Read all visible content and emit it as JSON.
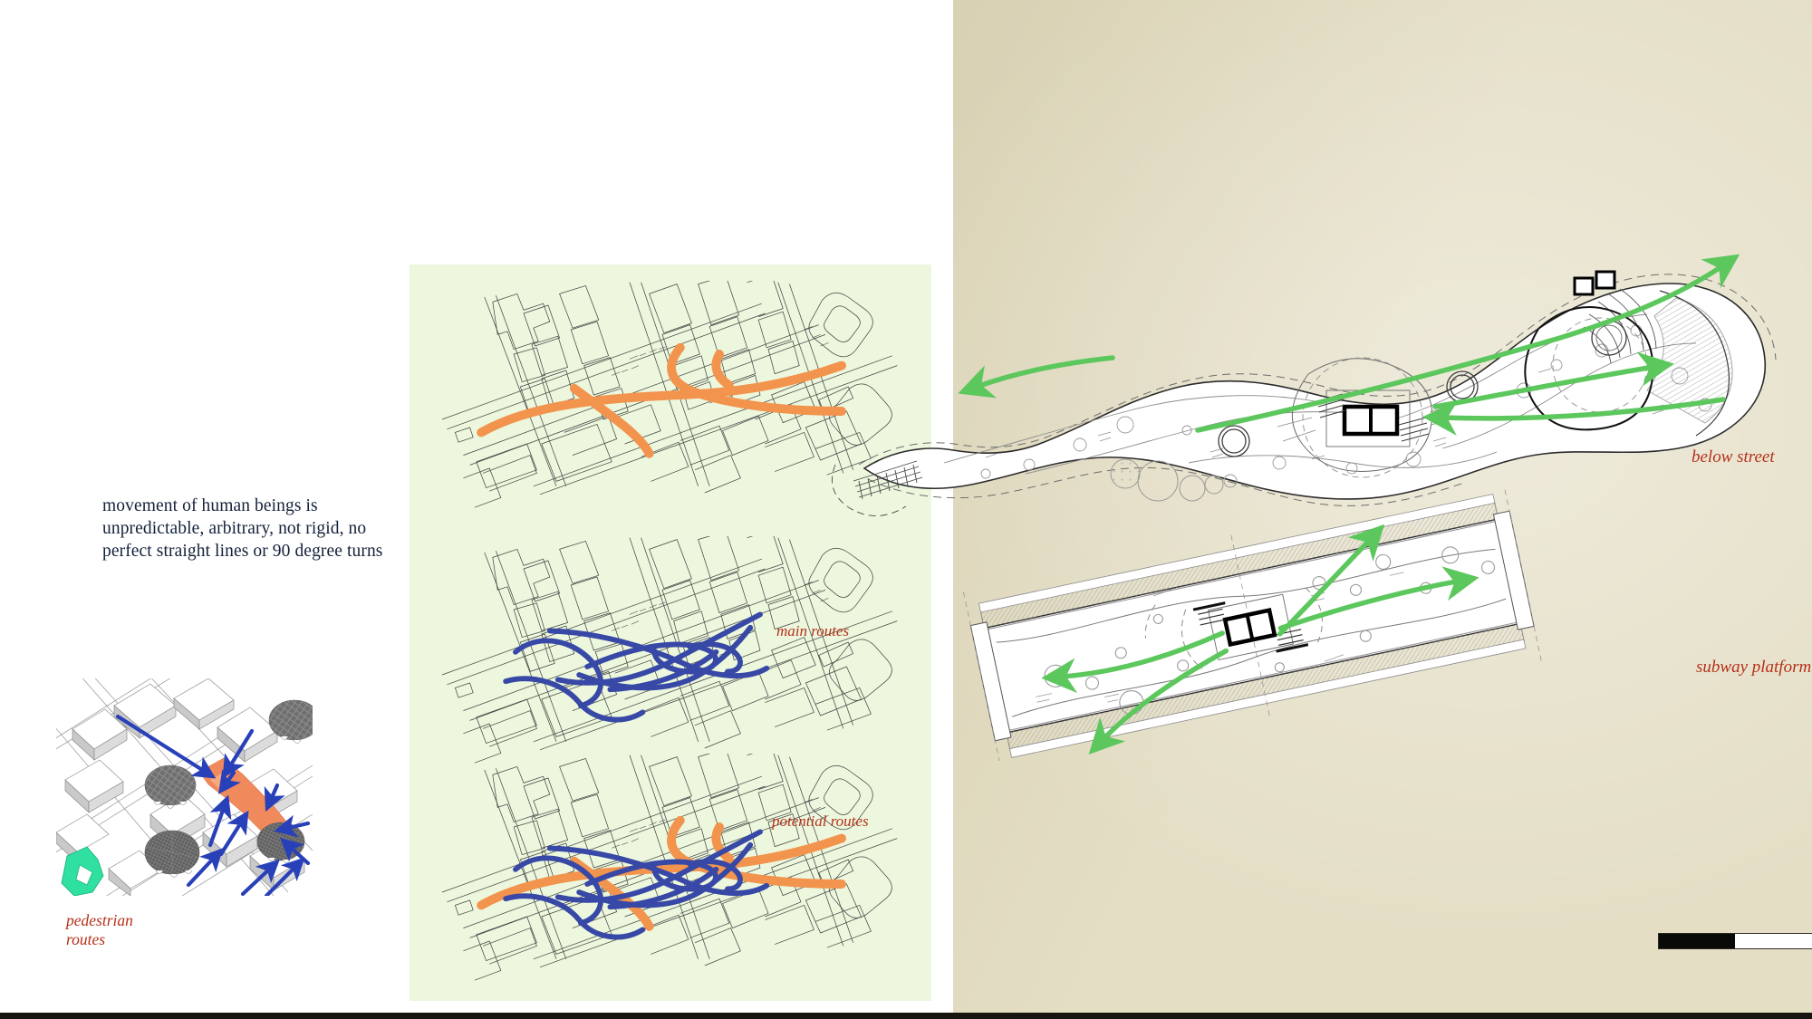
{
  "board": {
    "background_color": "#ffffff",
    "panels": {
      "left": {
        "name": "white-panel",
        "color": "#ffffff"
      },
      "middle": {
        "name": "pale-green-panel",
        "color": "#ecf7dd"
      },
      "right": {
        "name": "tan-panel",
        "color": "#e4dec5"
      }
    }
  },
  "statement": {
    "text": "movement of human beings  is unpredictable, arbitrary, not rigid, no perfect straight lines or 90 degree turns",
    "color": "#14213a"
  },
  "labels": {
    "pedestrian_routes": "pedestrian\nroutes",
    "pedestrian_routes_line1": "pedestrian",
    "pedestrian_routes_line2": "routes",
    "main_routes": "main routes",
    "potential_routes": "potential routes",
    "below_street": "below street",
    "subway_platform": "subway platform",
    "label_color": "#b5301a"
  },
  "diagrams": {
    "axonometric": {
      "name": "axonometric-city-model",
      "arrow_color": "#2840b8",
      "plaza_color": "#f08a5d",
      "green_patch_color": "#2fe0a0",
      "building_color": "#ffffff",
      "shadow_color": "#9a9a9a",
      "arrow_count": 11,
      "tree_count": 4
    },
    "map_orange": {
      "name": "site-plan-main-routes",
      "stroke_color": "#f2944d",
      "base_line_color": "#3a3a3a",
      "route_count": 4
    },
    "map_blue": {
      "name": "site-plan-potential-routes",
      "stroke_color": "#3748a6",
      "base_line_color": "#3a3a3a",
      "route_count": 7
    },
    "map_combined": {
      "name": "site-plan-combined-routes",
      "stroke_colors": [
        "#f2944d",
        "#3748a6"
      ],
      "base_line_color": "#3a3a3a"
    },
    "below_street_plan": {
      "name": "below-street-floor-plan",
      "fill_color": "#ffffff",
      "outline_color": "#2b2b2b",
      "circulation_arrow_color": "#5cc75c",
      "core_color": "#000000",
      "arrow_count": 4
    },
    "subway_platform_plan": {
      "name": "subway-platform-plan",
      "fill_color": "#ffffff",
      "outline_color": "#2b2b2b",
      "circulation_arrow_color": "#5cc75c",
      "core_color": "#000000",
      "arrow_count": 4,
      "rotation_deg": -12
    }
  },
  "scalebar": {
    "name": "graphic-scale-bar",
    "segments": [
      "dark",
      "light"
    ],
    "dark_color": "#0a0a08",
    "light_color": "#ffffff"
  }
}
